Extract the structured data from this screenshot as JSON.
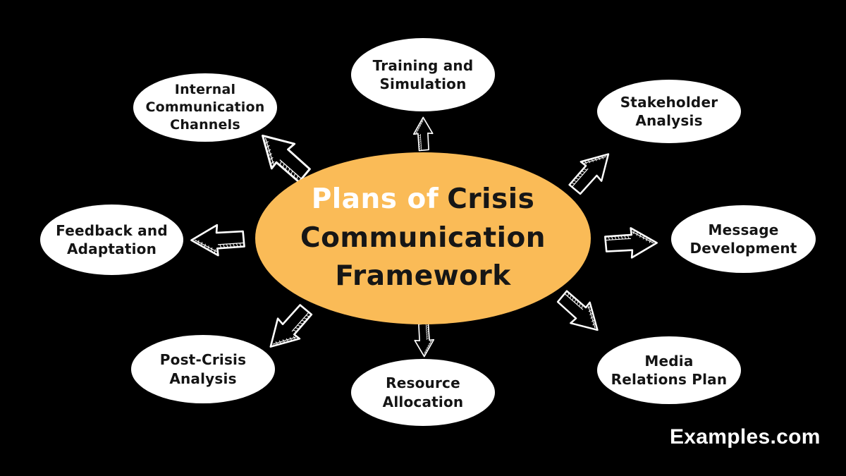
{
  "colors": {
    "background": "#000000",
    "center_fill": "#FABB57",
    "center_text": "#161616",
    "center_highlight_text": "#FFFFFF",
    "node_fill": "#FFFFFF",
    "node_text": "#141414",
    "arrow_stroke": "#FFFFFF",
    "footer_text": "#FFFFFF"
  },
  "center": {
    "line1_highlight": "Plans of",
    "line1_rest": "Crisis",
    "line2": "Communication",
    "line3": "Framework"
  },
  "nodes": [
    {
      "id": "internal-communication-channels",
      "lines": [
        "Internal",
        "Communication",
        "Channels"
      ]
    },
    {
      "id": "training-and-simulation",
      "lines": [
        "Training and",
        "Simulation",
        ""
      ]
    },
    {
      "id": "stakeholder-analysis",
      "lines": [
        "Stakeholder",
        "Analysis",
        ""
      ]
    },
    {
      "id": "message-development",
      "lines": [
        "Message",
        "Development",
        ""
      ]
    },
    {
      "id": "media-relations-plan",
      "lines": [
        "Media",
        "Relations Plan",
        ""
      ]
    },
    {
      "id": "resource-allocation",
      "lines": [
        "Resource",
        "Allocation",
        ""
      ]
    },
    {
      "id": "post-crisis-analysis",
      "lines": [
        "Post-Crisis",
        "Analysis",
        ""
      ]
    },
    {
      "id": "feedback-and-adaptation",
      "lines": [
        "Feedback and",
        "Adaptation",
        ""
      ]
    }
  ],
  "arrows": [
    {
      "direction": "up-left"
    },
    {
      "direction": "up"
    },
    {
      "direction": "up-right"
    },
    {
      "direction": "right"
    },
    {
      "direction": "down-right"
    },
    {
      "direction": "down"
    },
    {
      "direction": "down-left"
    },
    {
      "direction": "left"
    }
  ],
  "footer": {
    "brand": "Examples.com"
  }
}
